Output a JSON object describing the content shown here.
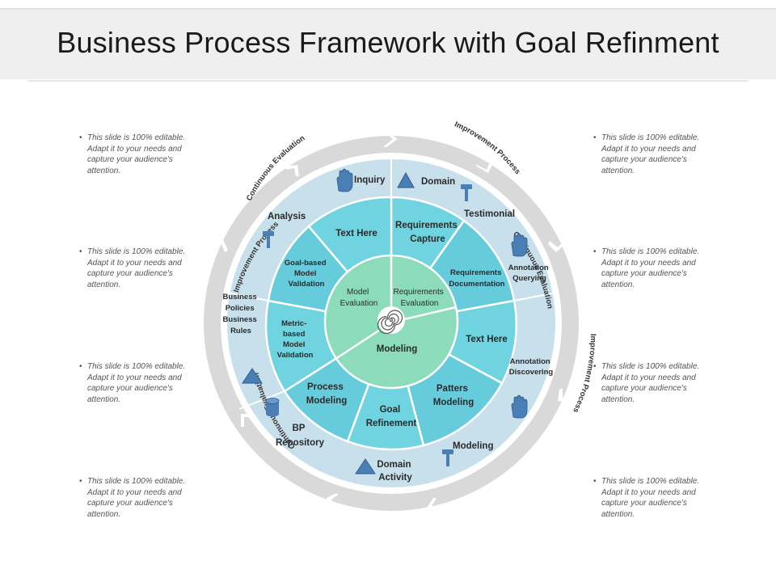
{
  "title": "Business Process Framework with Goal Refinment",
  "notes": {
    "left": [
      "This slide is 100% editable. Adapt it to your needs and capture your audience's attention.",
      "This slide is 100% editable. Adapt it to your needs and capture your audience's attention.",
      "This slide is 100% editable. Adapt it to your needs and capture your audience's attention.",
      "This slide is 100% editable. Adapt it to your needs and capture your audience's attention."
    ],
    "right": [
      "This slide is 100% editable. Adapt it to your needs and capture your audience's attention.",
      "This slide is 100% editable. Adapt it to your needs and capture your audience's attention.",
      "This slide is 100% editable. Adapt it to your needs and capture your audience's attention.",
      "This slide is 100% editable. Adapt it to your needs and capture your audience's attention."
    ]
  },
  "outer_ring_arcs": {
    "continuous_evaluation_top": "Continuous Evaluation",
    "improvement_process_top": "Improvement Process",
    "continuous_evaluation_right": "Continuous Evaluation",
    "improvement_process_right": "Improvement Process",
    "improvement_process_left": "Improvement Process",
    "continuous_evaluation_left": "Continuous Evaluation"
  },
  "outer_band": {
    "inquiry": "Inquiry",
    "domain": "Domain",
    "testimonial": "Testimonial",
    "analysis": "Analysis",
    "annotation_querying": [
      "Annotation",
      "Querying"
    ],
    "business_policies": [
      "Business",
      "Policies",
      "Business",
      "Rules"
    ],
    "annotation_discovering": [
      "Annotation",
      "Discovering"
    ],
    "bp_repository": [
      "BP",
      "Repository"
    ],
    "modeling": "Modeling",
    "domain_activity": [
      "Domain",
      "Activity"
    ]
  },
  "segments": {
    "text_here_top": "Text Here",
    "requirements_capture": [
      "Requirements",
      "Capture"
    ],
    "requirements_documentation": [
      "Requirements",
      "Documentation"
    ],
    "text_here_right": "Text Here",
    "patters_modeling": [
      "Patters",
      "Modeling"
    ],
    "goal_refinement": [
      "Goal",
      "Refinement"
    ],
    "process_modeling": [
      "Process",
      "Modeling"
    ],
    "metric_based": [
      "Metric-",
      "based",
      "Model",
      "Validation"
    ],
    "goal_based": [
      "Goal-based",
      "Model",
      "Validation"
    ]
  },
  "center": {
    "model_evaluation": [
      "Model",
      "Evaluation"
    ],
    "requirements_evaluation": [
      "Requirements",
      "Evaluation"
    ],
    "modeling": "Modeling"
  },
  "colors": {
    "outer_ring": "#d6d6d6",
    "outer_band": "#cfe4ee",
    "segment": "#6fd0de",
    "center": "#86dbb9",
    "icon_blue": "#4a7fb5"
  },
  "icons": [
    "hand-icon",
    "triangle-icon",
    "hammer-icon",
    "cylinder-icon"
  ]
}
